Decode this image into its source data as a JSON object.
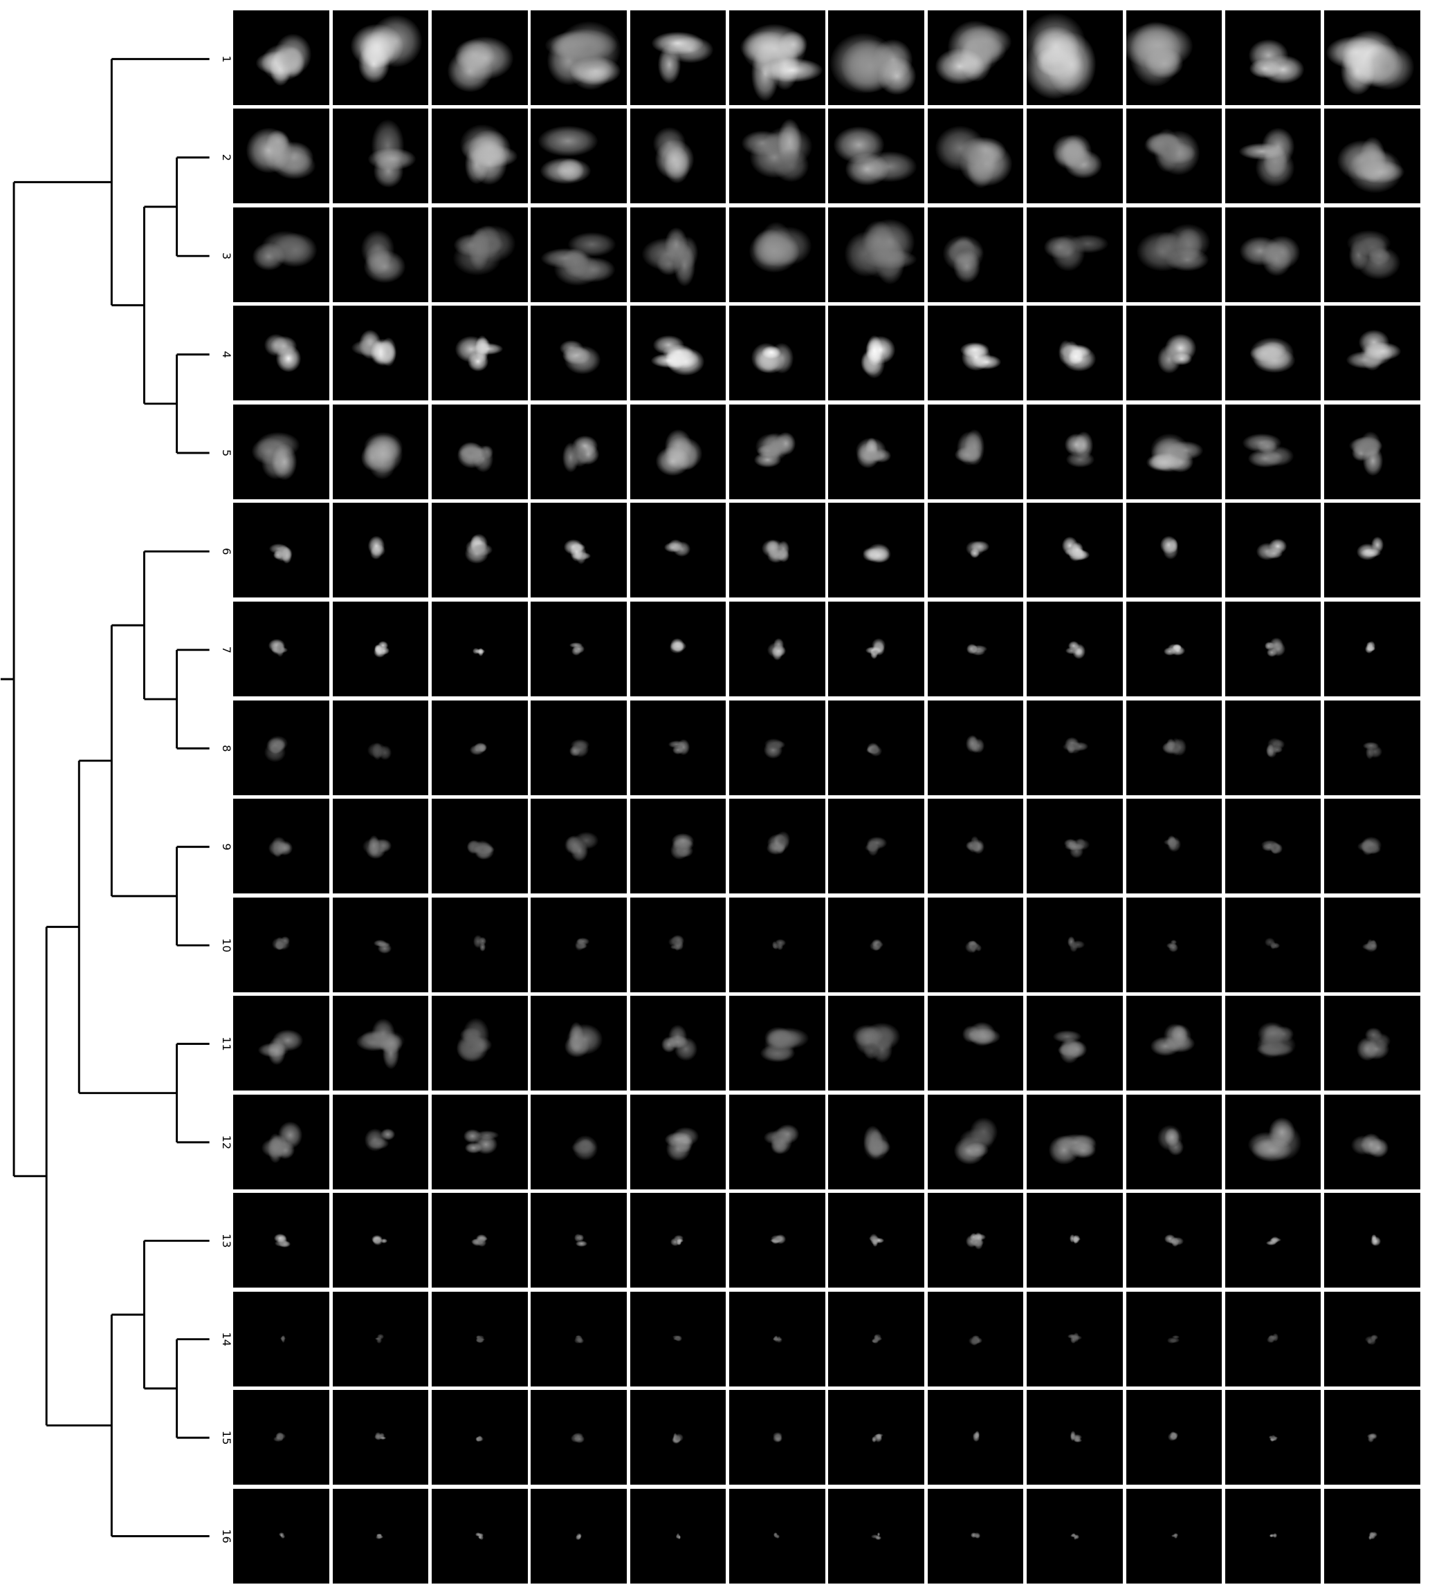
{
  "chart_data": {
    "type": "dendrogram",
    "title": "",
    "orientation": "left",
    "leaf_labels": [
      "1",
      "2",
      "3",
      "4",
      "5",
      "6",
      "7",
      "8",
      "9",
      "10",
      "11",
      "12",
      "13",
      "14",
      "15",
      "16"
    ],
    "tree": {
      "h": 6,
      "c": [
        {
          "h": 3,
          "c": [
            "1",
            {
              "h": 2,
              "c": [
                {
                  "h": 1,
                  "c": [
                    "2",
                    "3"
                  ]
                },
                {
                  "h": 1,
                  "c": [
                    "4",
                    "5"
                  ]
                }
              ]
            }
          ]
        },
        {
          "h": 5,
          "c": [
            {
              "h": 4,
              "c": [
                {
                  "h": 3,
                  "c": [
                    {
                      "h": 2,
                      "c": [
                        "6",
                        {
                          "h": 1,
                          "c": [
                            "7",
                            "8"
                          ]
                        }
                      ]
                    },
                    {
                      "h": 1,
                      "c": [
                        "9",
                        "10"
                      ]
                    }
                  ]
                },
                {
                  "h": 1,
                  "c": [
                    "11",
                    "12"
                  ]
                }
              ]
            },
            {
              "h": 3,
              "c": [
                {
                  "h": 2,
                  "c": [
                    "13",
                    {
                      "h": 1,
                      "c": [
                        "14",
                        "15"
                      ]
                    }
                  ]
                },
                "16"
              ]
            }
          ]
        }
      ]
    },
    "images_per_cluster": 12,
    "cluster_relative_size": [
      1.0,
      0.85,
      0.8,
      0.6,
      0.6,
      0.35,
      0.25,
      0.3,
      0.35,
      0.22,
      0.6,
      0.55,
      0.2,
      0.15,
      0.15,
      0.1
    ],
    "cluster_relative_brightness": [
      0.85,
      0.7,
      0.55,
      0.95,
      0.7,
      0.8,
      0.8,
      0.5,
      0.5,
      0.45,
      0.55,
      0.6,
      0.75,
      0.45,
      0.6,
      0.6
    ]
  }
}
